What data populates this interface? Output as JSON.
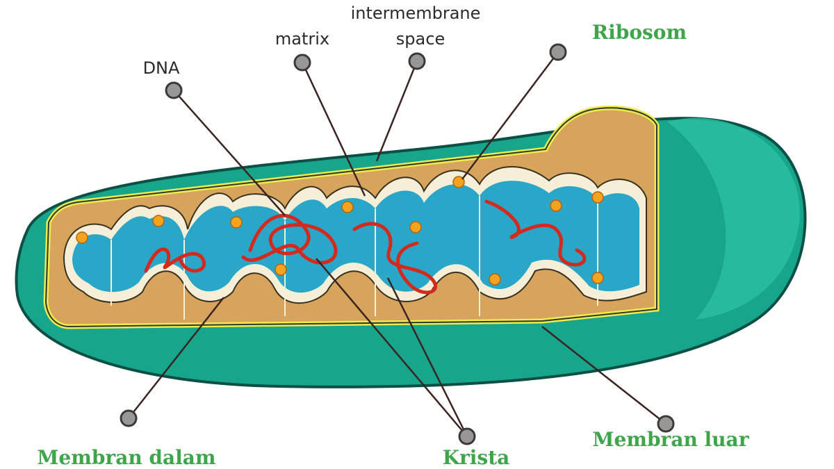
{
  "labels": {
    "intermembrane_line1": "intermembrane",
    "intermembrane_line2": "space",
    "matrix": "matrix",
    "dna": "DNA",
    "ribosom": "Ribosom",
    "membran_dalam": "Membran dalam",
    "krista": "Krista",
    "membran_luar": "Membran luar"
  },
  "colors": {
    "outer_membrane": "#17a58c",
    "outer_cap": "#2bbfa3",
    "intermembrane": "#d6a45c",
    "inner_edge": "#f1ea4c",
    "matrix": "#2aa6c9",
    "dna": "#d42a1e",
    "ribosome": "#f5a21e",
    "label_green": "#3ea54a"
  }
}
